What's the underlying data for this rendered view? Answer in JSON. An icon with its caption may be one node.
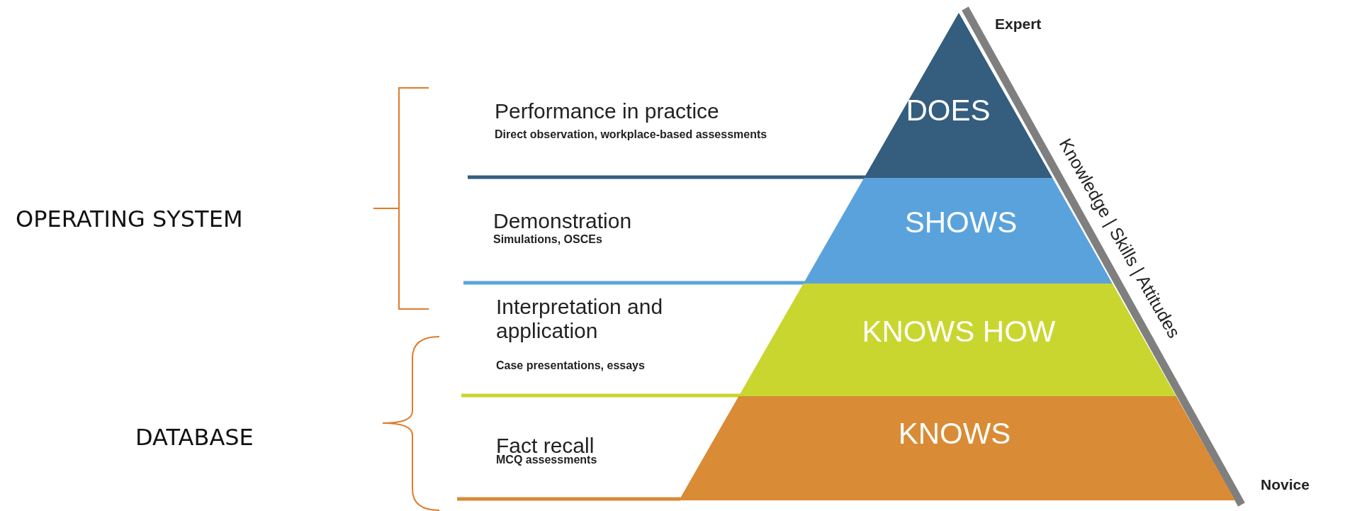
{
  "diagram": {
    "nodes": [
      {
        "text": [
          "DOES"
        ],
        "beside": [
          "Performance in practice",
          "Direct observation, workplace-based assessments"
        ]
      },
      {
        "text": [
          "SHOWS"
        ],
        "beside": [
          "Demonstration",
          "Simulations, OSCEs"
        ]
      },
      {
        "text": [
          "KNOWS HOW"
        ],
        "beside": [
          "Interpretation and application",
          "Case presentations, essays"
        ]
      },
      {
        "text": [
          "KNOWS"
        ],
        "beside": [
          "Fact recall",
          "MCQ assessments"
        ]
      }
    ],
    "edges": [],
    "labels": [
      "Expert",
      "OPERATING SYSTEM",
      "Knowledge | Skills | Attitudes",
      "DATABASE",
      "Novice"
    ]
  }
}
